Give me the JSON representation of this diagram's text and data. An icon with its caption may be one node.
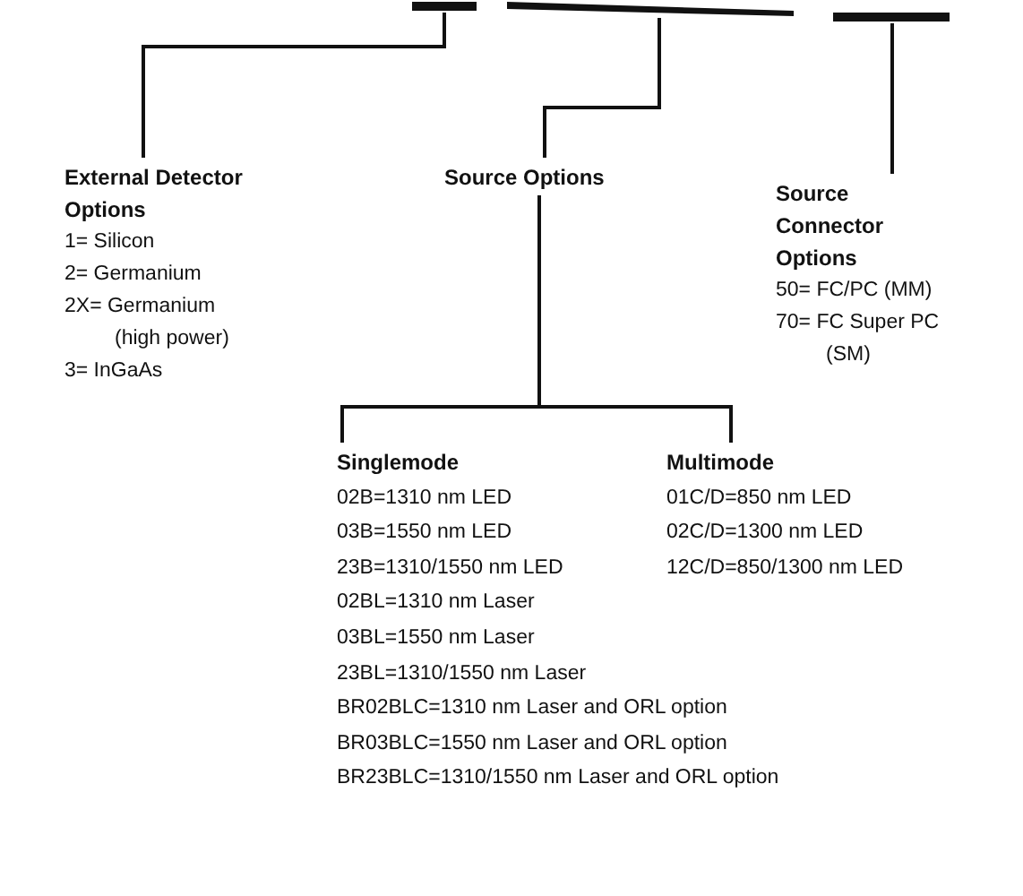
{
  "diagram": {
    "nodes": [
      {
        "text": [],
        "shape": "bar"
      },
      {
        "text": [],
        "shape": "bar"
      },
      {
        "text": [],
        "shape": "bar"
      },
      {
        "text": [
          "External Detector Options",
          "1= Silicon",
          "2= Germanium",
          "2X= Germanium (high power)",
          "3= InGaAs"
        ]
      },
      {
        "text": [
          "Source Options"
        ]
      },
      {
        "text": [
          "Source Connector Options",
          "50= FC/PC (MM)",
          "70= FC Super PC (SM)"
        ]
      },
      {
        "text": [
          "Singlemode",
          "02B=1310 nm LED",
          "03B=1550 nm LED",
          "23B=1310/1550 nm LED",
          "02BL=1310 nm Laser",
          "03BL=1550 nm Laser",
          "23BL=1310/1550 nm Laser",
          "BR02BLC=1310 nm Laser and ORL option",
          "BR03BLC=1550 nm Laser and ORL option",
          "BR23BLC=1310/1550 nm Laser and ORL option"
        ]
      },
      {
        "text": [
          "Multimode",
          "01C/D=850 nm LED",
          "02C/D=1300 nm LED",
          "12C/D=850/1300 nm LED"
        ]
      }
    ],
    "edges": [
      {
        "from": 0,
        "to": 3,
        "arrow": "none"
      },
      {
        "from": 1,
        "to": 4,
        "arrow": "none"
      },
      {
        "from": 2,
        "to": 5,
        "arrow": "none"
      },
      {
        "from": 4,
        "to": 6,
        "arrow": "none"
      },
      {
        "from": 4,
        "to": 7,
        "arrow": "none"
      }
    ]
  }
}
